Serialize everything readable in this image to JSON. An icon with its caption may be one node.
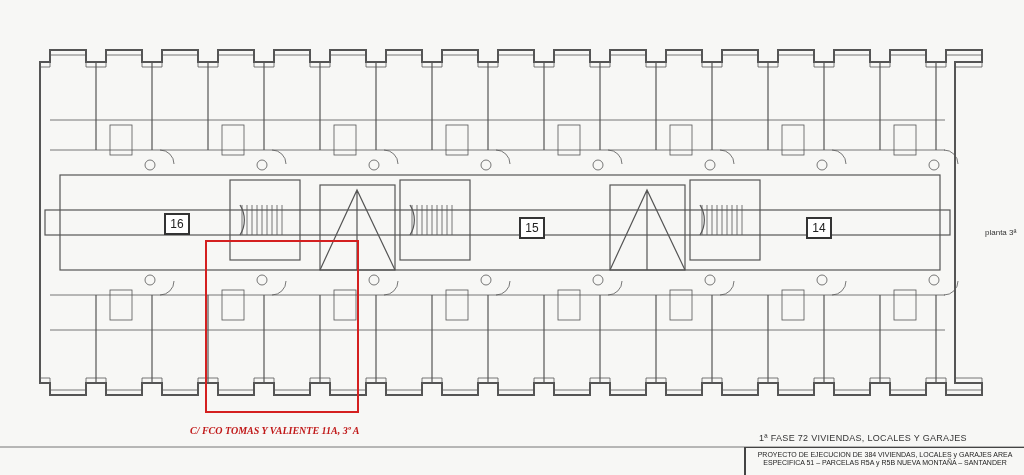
{
  "diagram": {
    "nodes": [
      {
        "text": [
          "16"
        ]
      },
      {
        "text": [
          "15"
        ]
      },
      {
        "text": [
          "14"
        ]
      },
      {
        "text": [],
        "shape": "box",
        "beside": [
          "C/ FCO TOMAS Y VALIENTE 11A, 3º A"
        ]
      },
      {
        "text": [
          "1ª FASE 72 VIVIENDAS, LOCALES Y GARAJES",
          "PROYECTO DE EJECUCION DE 384 VIVIENDAS, LOCALES y GARAJES AREA ESPECIFICA 51 – PARCELAS R5A y R5B NUEVA MONTAÑA – SANTANDER"
        ]
      }
    ],
    "labels": [
      "planta 3ª"
    ]
  }
}
